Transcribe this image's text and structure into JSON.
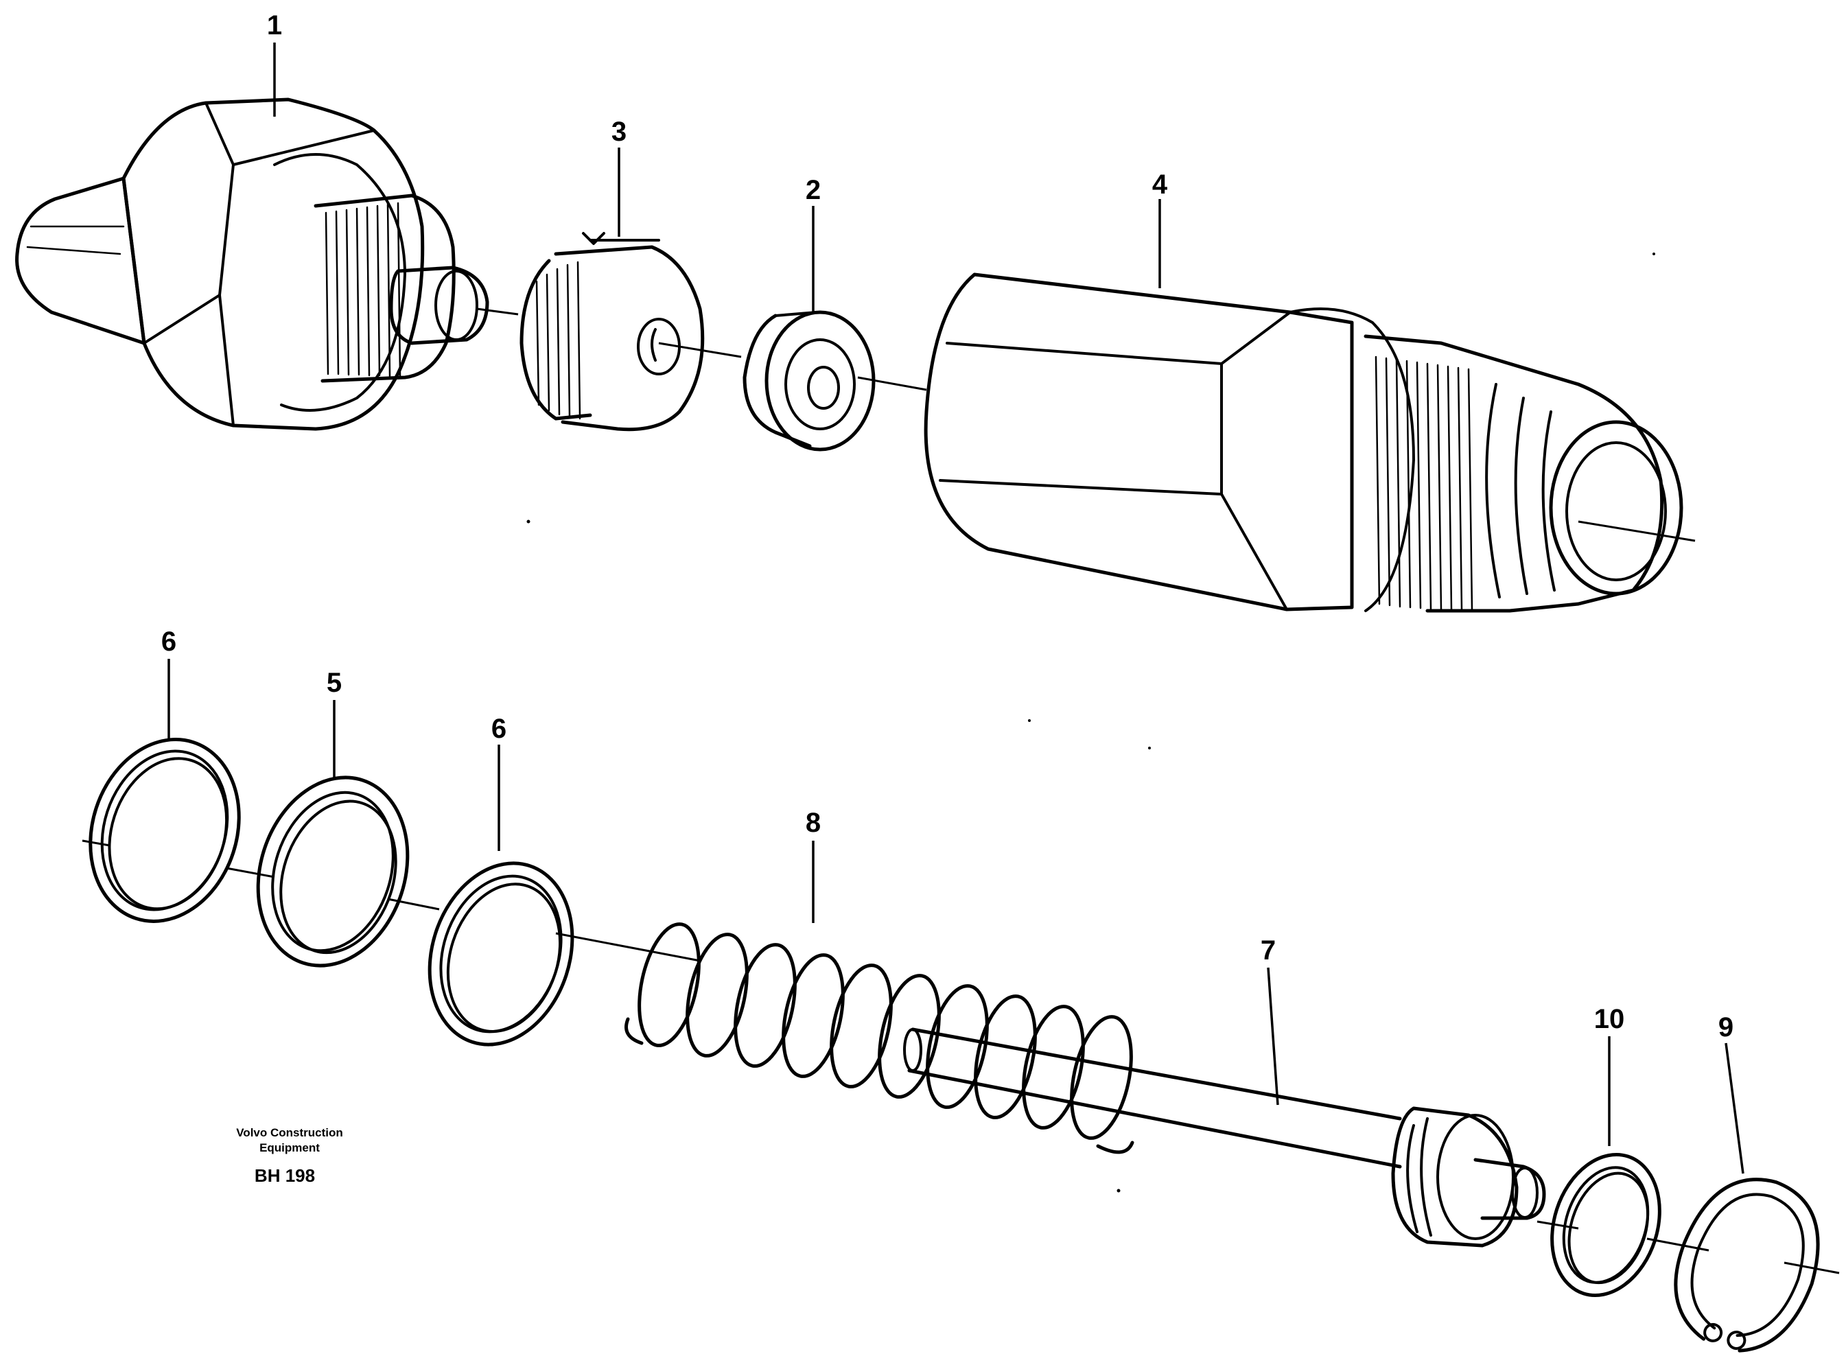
{
  "callouts": [
    {
      "id": "c1",
      "label": "1"
    },
    {
      "id": "c2",
      "label": "2"
    },
    {
      "id": "c3",
      "label": "3"
    },
    {
      "id": "c4",
      "label": "4"
    },
    {
      "id": "c5",
      "label": "5"
    },
    {
      "id": "c6a",
      "label": "6"
    },
    {
      "id": "c6b",
      "label": "6"
    },
    {
      "id": "c7",
      "label": "7"
    },
    {
      "id": "c8",
      "label": "8"
    },
    {
      "id": "c9",
      "label": "9"
    },
    {
      "id": "c10",
      "label": "10"
    }
  ],
  "caption": {
    "line1": "Volvo Construction",
    "line2": "Equipment",
    "code": "BH 198"
  },
  "colors": {
    "ink": "#000000",
    "paper": "#ffffff"
  }
}
